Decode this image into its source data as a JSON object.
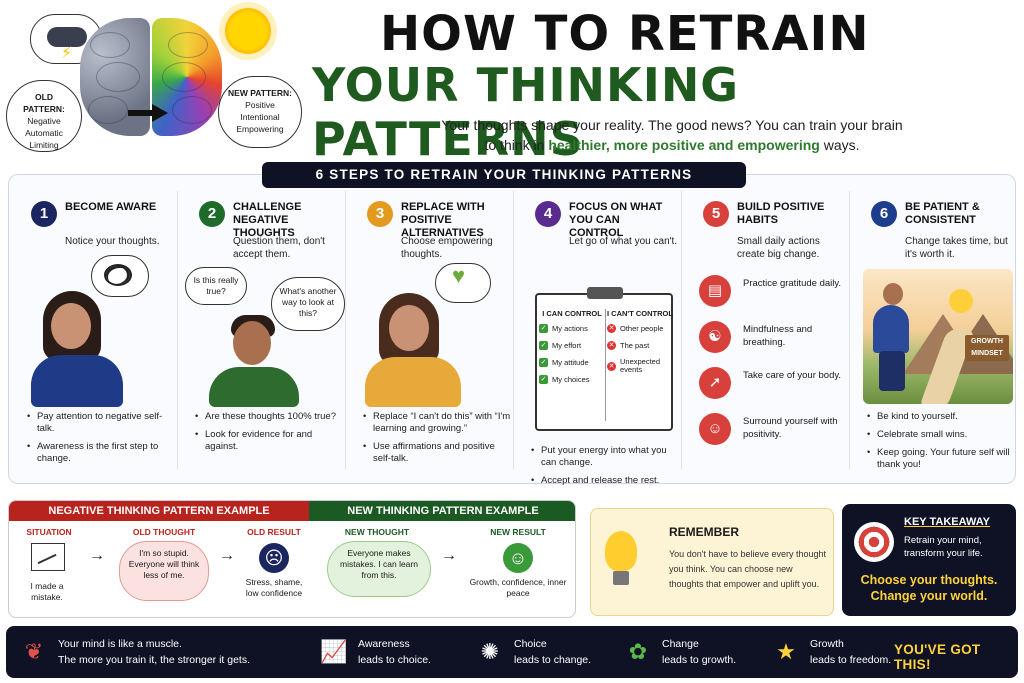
{
  "header": {
    "title_line1": "HOW TO RETRAIN",
    "title_line2": "YOUR THINKING PATTERNS",
    "subtitle_line1": "Your thoughts shape your reality. The good news? You can train your brain",
    "subtitle_line2_pre": "to think in ",
    "subtitle_line2_hl": "healthier, more positive and empowering",
    "subtitle_line2_post": " ways.",
    "old_pattern": {
      "label": "OLD PATTERN:",
      "lines": [
        "Negative",
        "Automatic",
        "Limiting"
      ]
    },
    "new_pattern": {
      "label": "NEW PATTERN:",
      "lines": [
        "Positive",
        "Intentional",
        "Empowering"
      ]
    }
  },
  "steps_banner": "6  STEPS  TO  RETRAIN  YOUR  THINKING  PATTERNS",
  "steps": [
    {
      "num": "1",
      "color": "#1b2660",
      "title": "BECOME AWARE",
      "desc": "Notice your thoughts.",
      "bullets": [
        "Pay attention to negative self-talk.",
        "Awareness is the first step to change."
      ]
    },
    {
      "num": "2",
      "color": "#1f6b2a",
      "title": "CHALLENGE NEGATIVE THOUGHTS",
      "desc": "Question them, don't accept them.",
      "thought_a": "Is this really true?",
      "thought_b": "What's another way to look at this?",
      "bullets": [
        "Are these thoughts 100% true?",
        "Look for evidence for and against."
      ]
    },
    {
      "num": "3",
      "color": "#e39a1e",
      "title": "REPLACE WITH POSITIVE ALTERNATIVES",
      "desc": "Choose empowering thoughts.",
      "bullets": [
        "Replace “I can't do this” with “I'm learning and growing.”",
        "Use affirmations and positive self-talk."
      ]
    },
    {
      "num": "4",
      "color": "#5a2b8f",
      "title": "FOCUS ON WHAT YOU CAN CONTROL",
      "desc": "Let go of what you can't.",
      "can_head": "I CAN CONTROL",
      "cant_head": "I CAN'T CONTROL",
      "can": [
        "My actions",
        "My effort",
        "My attitude",
        "My choices"
      ],
      "cant": [
        "Other people",
        "The past",
        "Unexpected events"
      ],
      "bullets": [
        "Put your energy into what you can change.",
        "Accept and release the rest."
      ]
    },
    {
      "num": "5",
      "color": "#d8403b",
      "title": "BUILD POSITIVE HABITS",
      "desc": "Small daily actions create big change.",
      "habits": [
        "Practice gratitude daily.",
        "Mindfulness and breathing.",
        "Take care of your body.",
        "Surround yourself with positivity."
      ]
    },
    {
      "num": "6",
      "color": "#1c3e8c",
      "title": "BE PATIENT & CONSISTENT",
      "desc": "Change takes time, but it's worth it.",
      "sign": "GROWTH MINDSET",
      "bullets": [
        "Be kind to yourself.",
        "Celebrate small wins.",
        "Keep going. Your future self will thank you!"
      ]
    }
  ],
  "examples": {
    "negative_head": "NEGATIVE THINKING PATTERN EXAMPLE",
    "new_head": "NEW THINKING PATTERN EXAMPLE",
    "situation_label": "SITUATION",
    "situation_text": "I made a mistake.",
    "old_thought_label": "OLD THOUGHT",
    "old_thought_text": "I'm so stupid. Everyone will think less of me.",
    "old_result_label": "OLD RESULT",
    "old_result_text": "Stress, shame, low confidence",
    "new_thought_label": "NEW THOUGHT",
    "new_thought_text": "Everyone makes mistakes. I can learn from this.",
    "new_result_label": "NEW RESULT",
    "new_result_text": "Growth, confidence, inner peace"
  },
  "remember": {
    "title": "REMEMBER",
    "text": "You don't have to believe every thought you think. You can choose new thoughts that empower and uplift you."
  },
  "takeaway": {
    "title": "KEY TAKEAWAY",
    "text": "Retrain your mind, transform your life.",
    "big": "Choose your thoughts. Change your world."
  },
  "footer": {
    "items": [
      {
        "icon": "brain-icon",
        "line1": "Your mind is like a muscle.",
        "line2": "The more you train it, the stronger it gets."
      },
      {
        "icon": "chart-up-icon",
        "line1": "Awareness",
        "line2": "leads to choice."
      },
      {
        "icon": "brain-outline-icon",
        "line1": "Choice",
        "line2": "leads to change."
      },
      {
        "icon": "sprout-icon",
        "line1": "Change",
        "line2": "leads to growth."
      },
      {
        "icon": "person-star-icon",
        "line1": "Growth",
        "line2": "leads to freedom."
      }
    ],
    "cta": "YOU'VE GOT THIS!"
  }
}
